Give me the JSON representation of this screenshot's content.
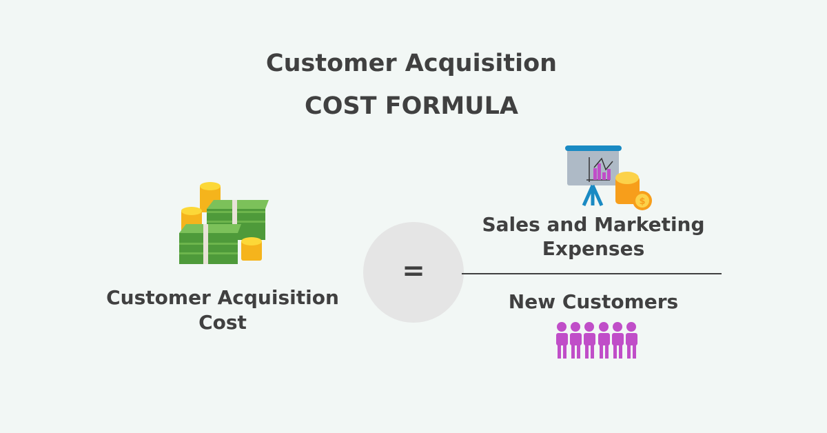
{
  "title": {
    "line1": "Customer Acquisition",
    "line2": "COST FORMULA"
  },
  "left": {
    "label_line1": "Customer Acquisition",
    "label_line2": "Cost",
    "icon": "money-stacks-icon"
  },
  "operator": "=",
  "numerator": {
    "line1": "Sales and Marketing",
    "line2": "Expenses",
    "icon": "presentation-coins-icon"
  },
  "denominator": {
    "label": "New Customers",
    "icon": "people-group-icon"
  },
  "colors": {
    "background": "#f2f7f5",
    "text": "#404040",
    "circle": "#e5e5e5",
    "people": "#c04ec8"
  }
}
